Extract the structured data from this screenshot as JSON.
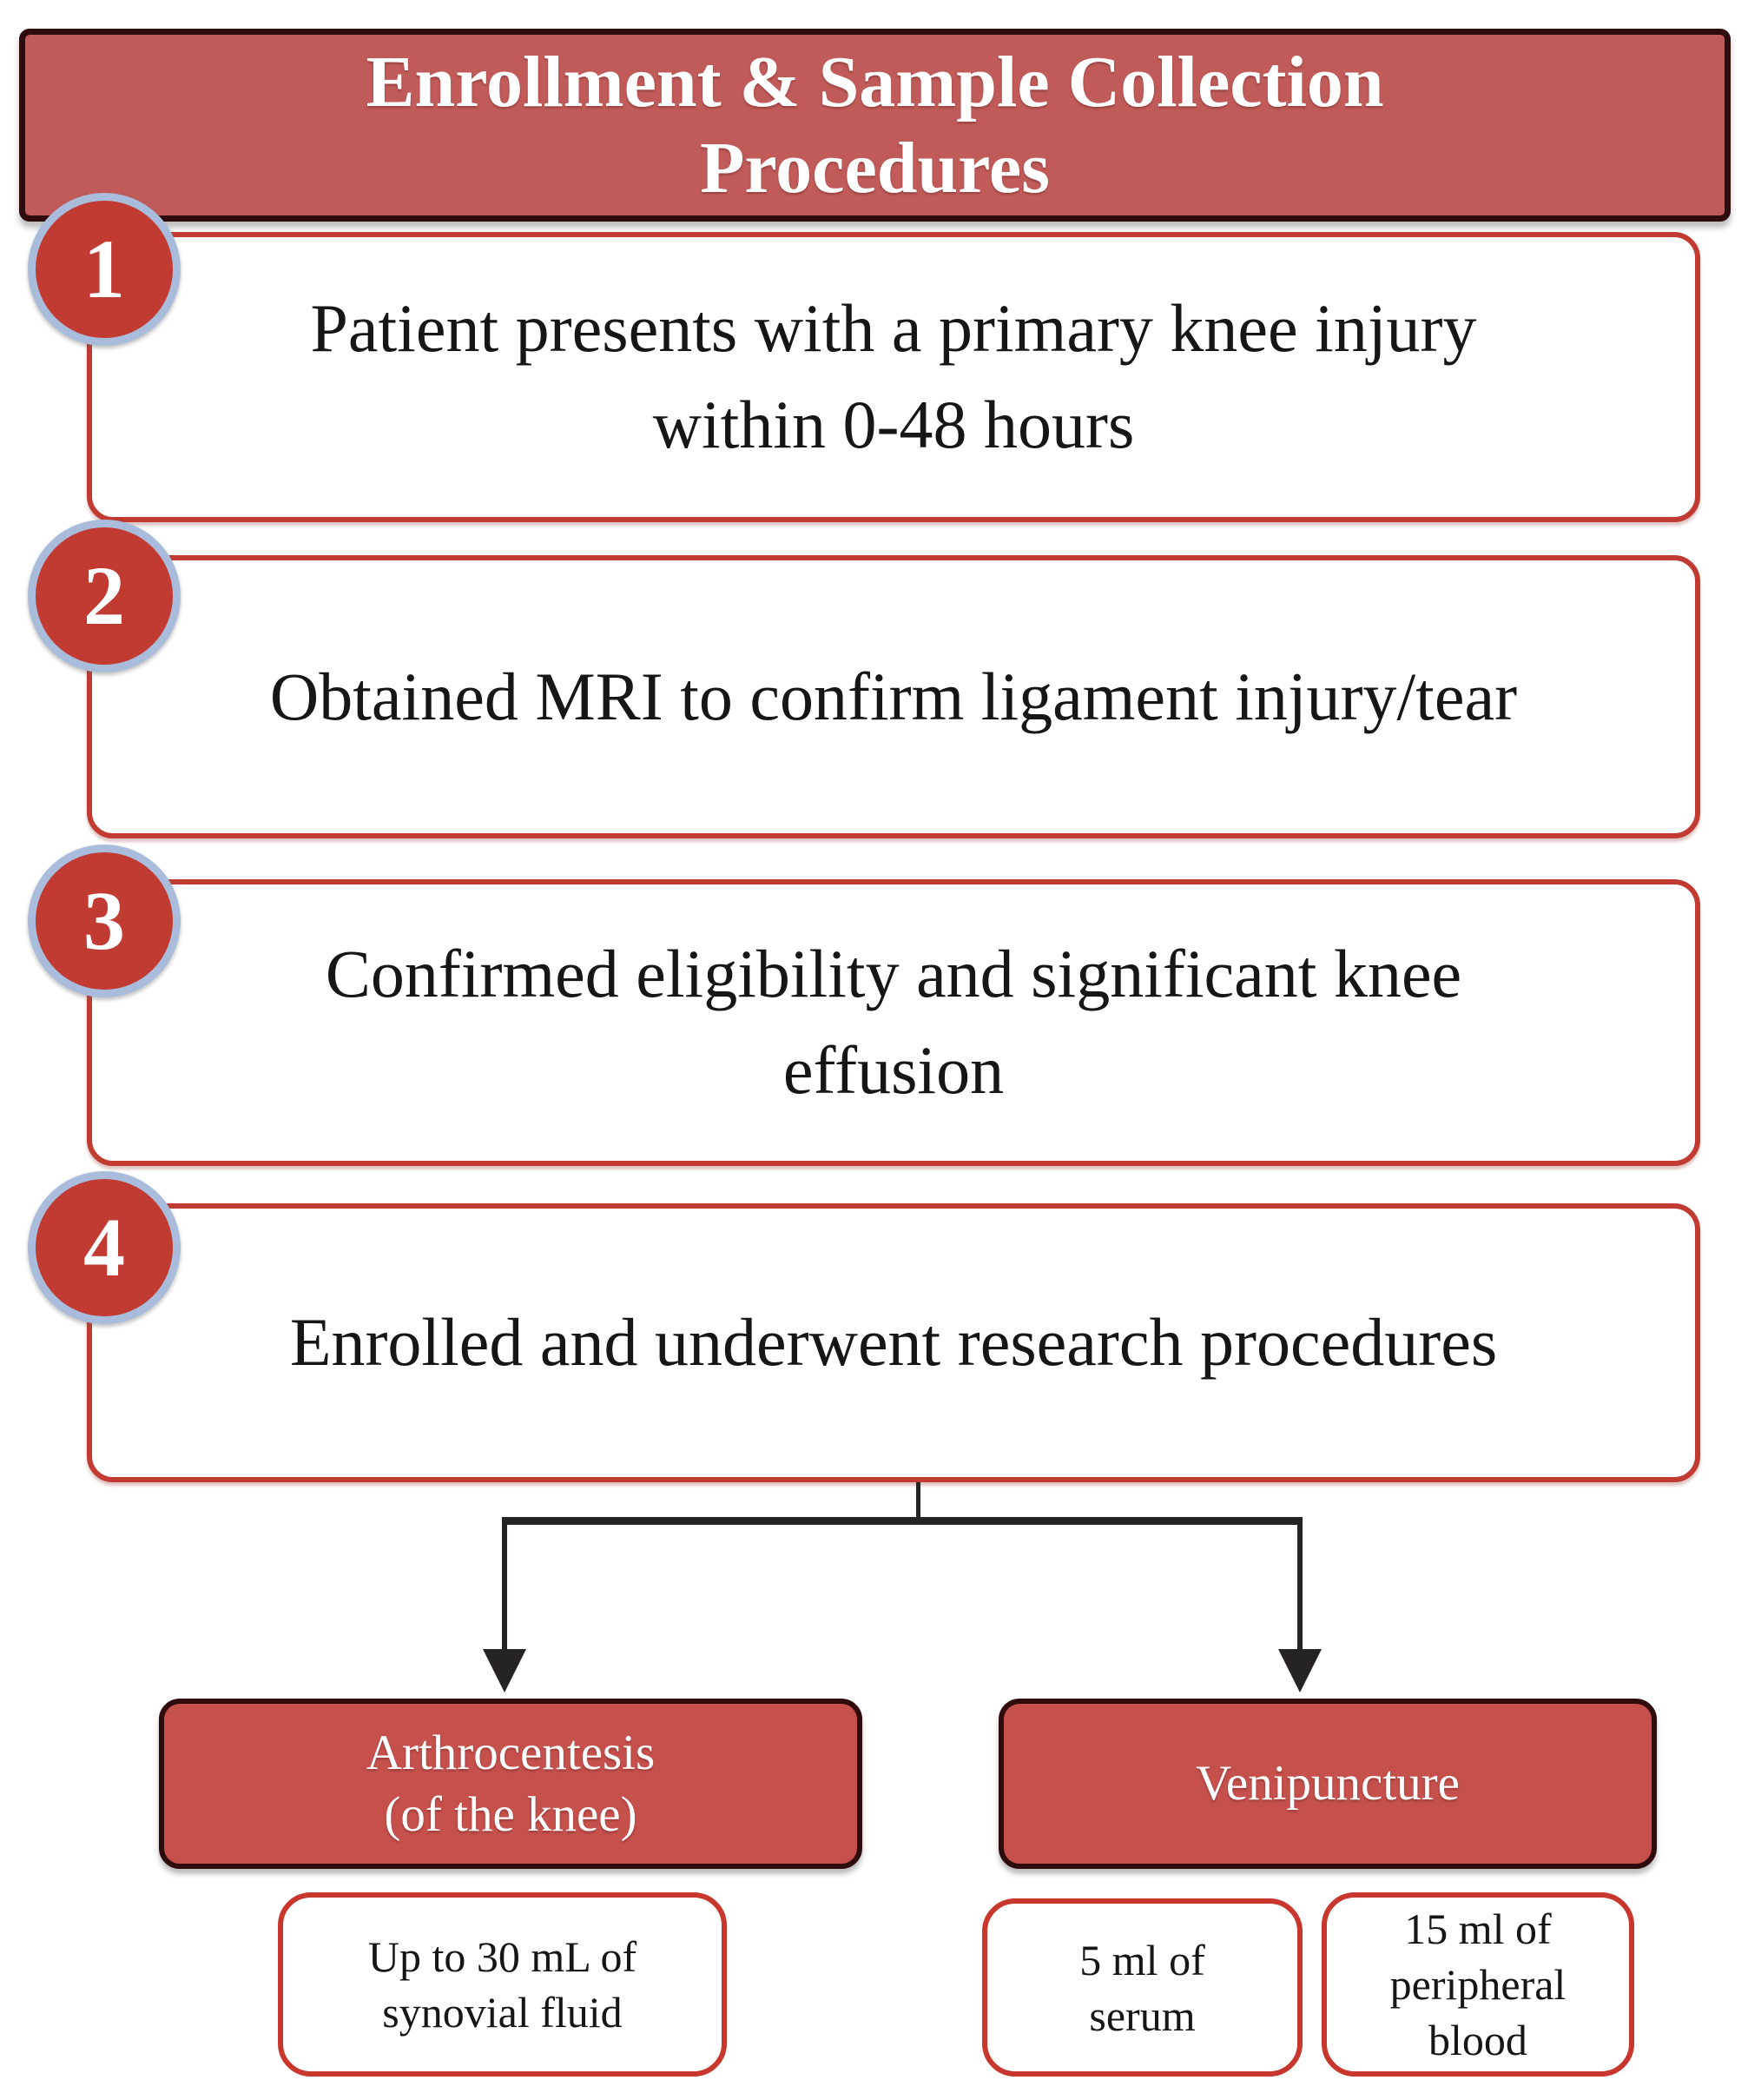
{
  "title": "Enrollment & Sample Collection\nProcedures",
  "steps": [
    {
      "number": "1",
      "text": "Patient presents with a primary knee injury\nwithin 0-48 hours"
    },
    {
      "number": "2",
      "text": "Obtained MRI to confirm ligament injury/tear"
    },
    {
      "number": "3",
      "text": "Confirmed eligibility and significant knee\neffusion"
    },
    {
      "number": "4",
      "text": "Enrolled and underwent research procedures"
    }
  ],
  "branches": [
    {
      "label": "Arthrocentesis\n(of the knee)",
      "outputs": [
        "Up to 30 mL of\nsynovial fluid"
      ]
    },
    {
      "label": "Venipuncture",
      "outputs": [
        "5 ml of\nserum",
        "15 ml of\nperipheral\nblood"
      ]
    }
  ],
  "colors": {
    "banner_fill": "#C05B59",
    "dark_border": "#2F0B0B",
    "step_border": "#C23B32",
    "outcome_border": "#C8372D",
    "badge_fill": "#C23B32",
    "badge_ring": "#A9BCDC",
    "branch_fill": "#C5504C",
    "connector": "#262324",
    "text_dark": "#161616",
    "text_light": "#FFFFFF"
  }
}
